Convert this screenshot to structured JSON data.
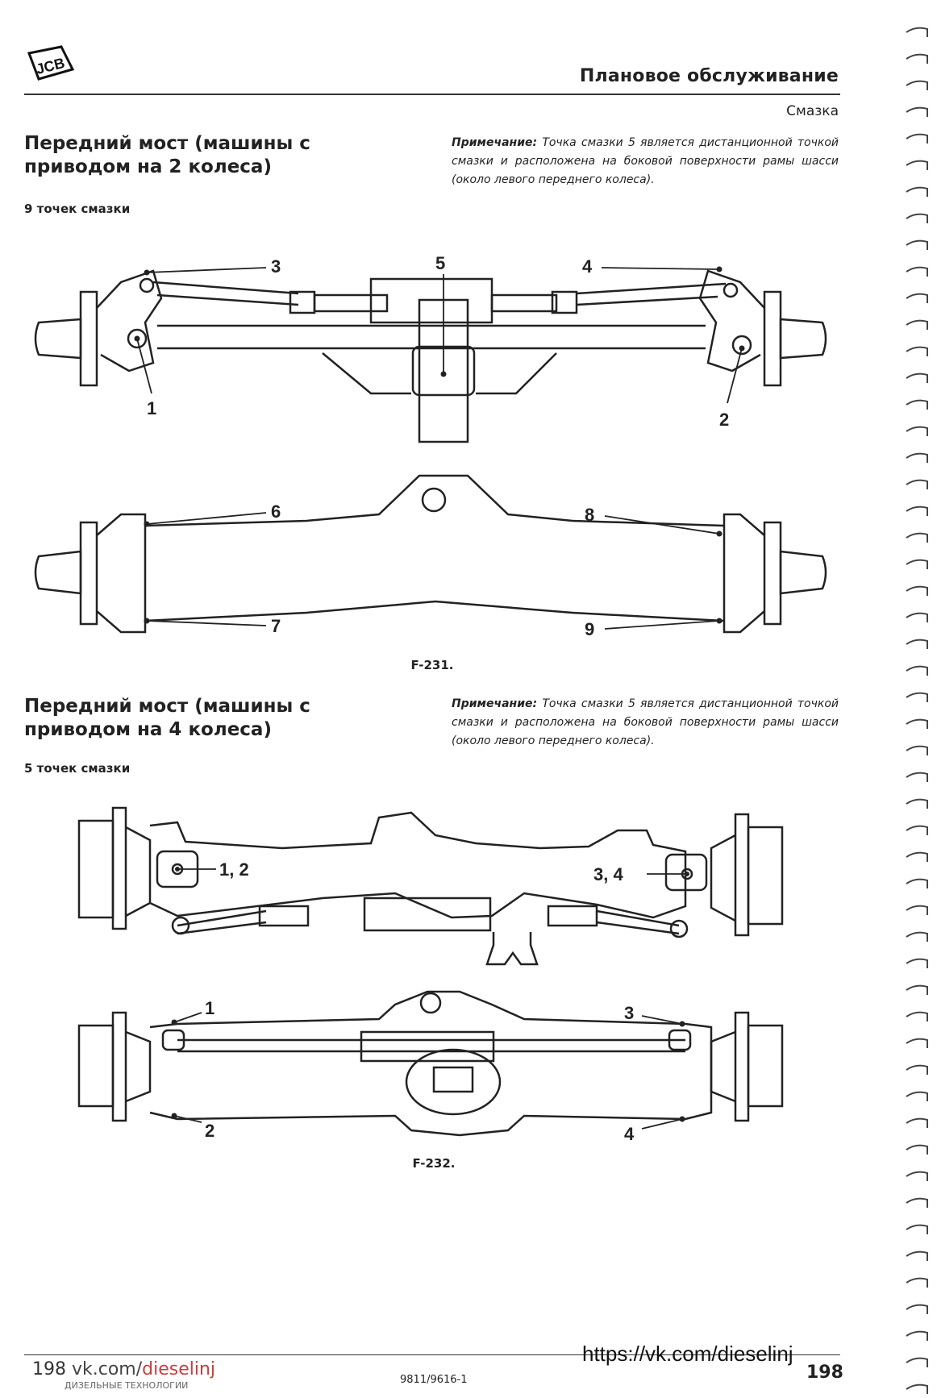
{
  "header": {
    "logo_text": "JCB",
    "title": "Плановое обслуживание",
    "subtitle": "Смазка"
  },
  "section1": {
    "title": "Передний мост (машины с приводом на 2 колеса)",
    "points": "9 точек смазки",
    "note_label": "Примечание:",
    "note_text": "Точка смазки 5 является дистанционной точкой смазки и расположена на боковой поверхности рамы шасси (около левого переднего колеса).",
    "figure": "F-231.",
    "callouts_top": [
      "3",
      "5",
      "4",
      "1",
      "2"
    ],
    "callouts_bottom": [
      "6",
      "8",
      "7",
      "9"
    ]
  },
  "section2": {
    "title": "Передний мост (машины с приводом на 4 колеса)",
    "points": "5 точек смазки",
    "note_label": "Примечание:",
    "note_text": "Точка смазки 5 является дистанционной точкой смазки и расположена на боковой поверхности рамы шасси (около левого переднего колеса).",
    "figure": "F-232.",
    "callouts_top": [
      "1, 2",
      "3, 4"
    ],
    "callouts_bottom": [
      "1",
      "3",
      "2",
      "4"
    ]
  },
  "footer": {
    "page_left": "198",
    "site_a": "vk.com/",
    "site_b": "dieselinj",
    "site_tagline": "ДИЗЕЛЬНЫЕ ТЕХНОЛОГИИ",
    "doc_number": "9811/9616-1",
    "url": "https://vk.com/dieselinj",
    "page_right": "198"
  }
}
